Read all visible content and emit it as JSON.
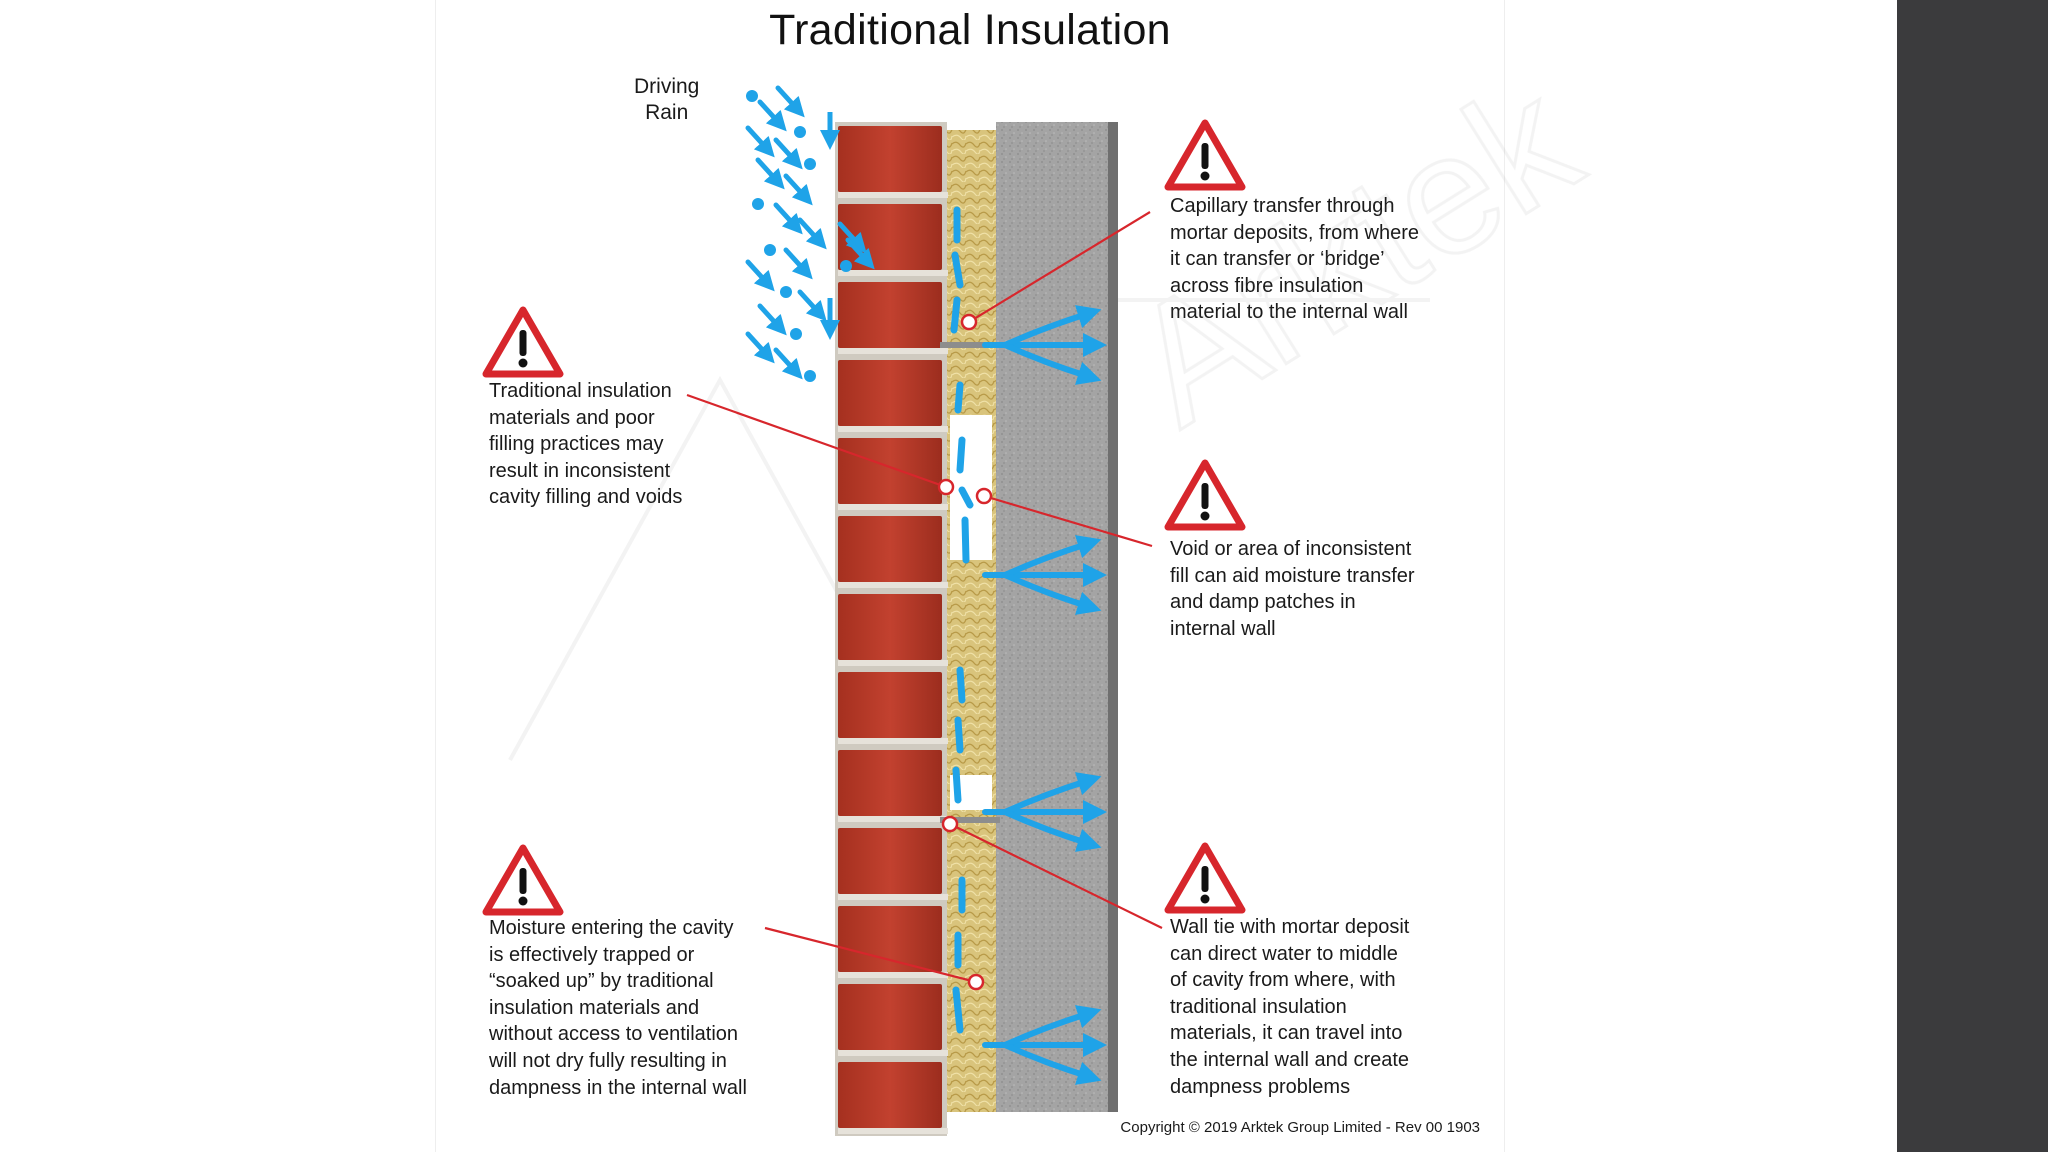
{
  "title": "Traditional Insulation",
  "rain_label": {
    "line1": "Driving",
    "line2": "Rain"
  },
  "watermark": "Arktek",
  "callouts": {
    "capillary": [
      "Capillary transfer through",
      "mortar deposits, from where",
      "it can transfer or ‘bridge’",
      "across fibre insulation",
      "material to the internal wall"
    ],
    "traditional": [
      "Traditional insulation",
      "materials and poor",
      "filling practices may",
      "result in inconsistent",
      "cavity filling and voids"
    ],
    "void": [
      "Void or area of inconsistent",
      "fill can aid moisture transfer",
      "and damp patches in",
      "internal wall"
    ],
    "moisture": [
      "Moisture entering the cavity",
      "is effectively trapped or",
      "“soaked up” by traditional",
      "insulation materials and",
      "without access to ventilation",
      "will not dry fully resulting in",
      "dampness in the internal wall"
    ],
    "walltie": [
      "Wall tie with mortar deposit",
      "can direct water to middle",
      "of cavity from where, with",
      "traditional insulation",
      "materials, it can travel into",
      "the internal wall and create",
      "dampness problems"
    ]
  },
  "copyright": "Copyright © 2019  Arktek Group Limited - Rev 00 1903",
  "colors": {
    "warning_red": "#d7262c",
    "water_blue": "#1fa3e8",
    "brick": "#b7382a",
    "block_grey": "#9e9e9e",
    "insulation": "#d8c27a",
    "right_band": "#3b3b3d"
  }
}
